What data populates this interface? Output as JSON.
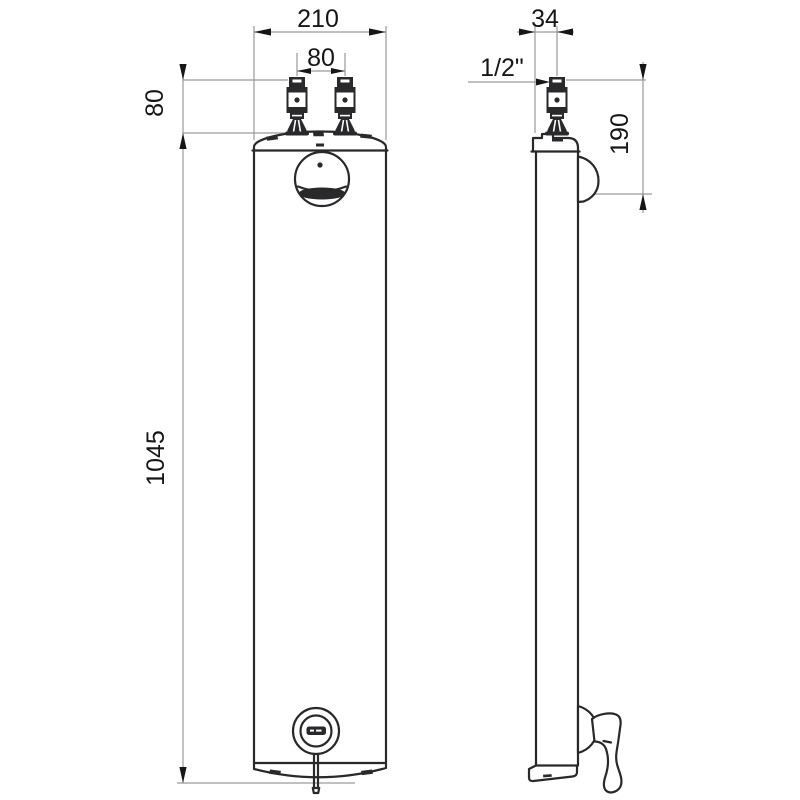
{
  "drawing": {
    "type": "technical-dimension-drawing",
    "subject": "wall-mounted shower panel, front and side elevation",
    "front_view": {
      "dimensions": {
        "overall_width": "210",
        "inlet_spacing": "80",
        "inlet_height": "80",
        "overall_height": "1045"
      }
    },
    "side_view": {
      "dimensions": {
        "wall_to_inlet_axis": "34",
        "inlet_connection": "1/2\"",
        "inlet_to_showerhead": "190"
      }
    },
    "colors": {
      "background": "#ffffff",
      "drawing_line": "#29292c",
      "dimension_line": "#9a9a9a",
      "text": "#161616"
    }
  }
}
